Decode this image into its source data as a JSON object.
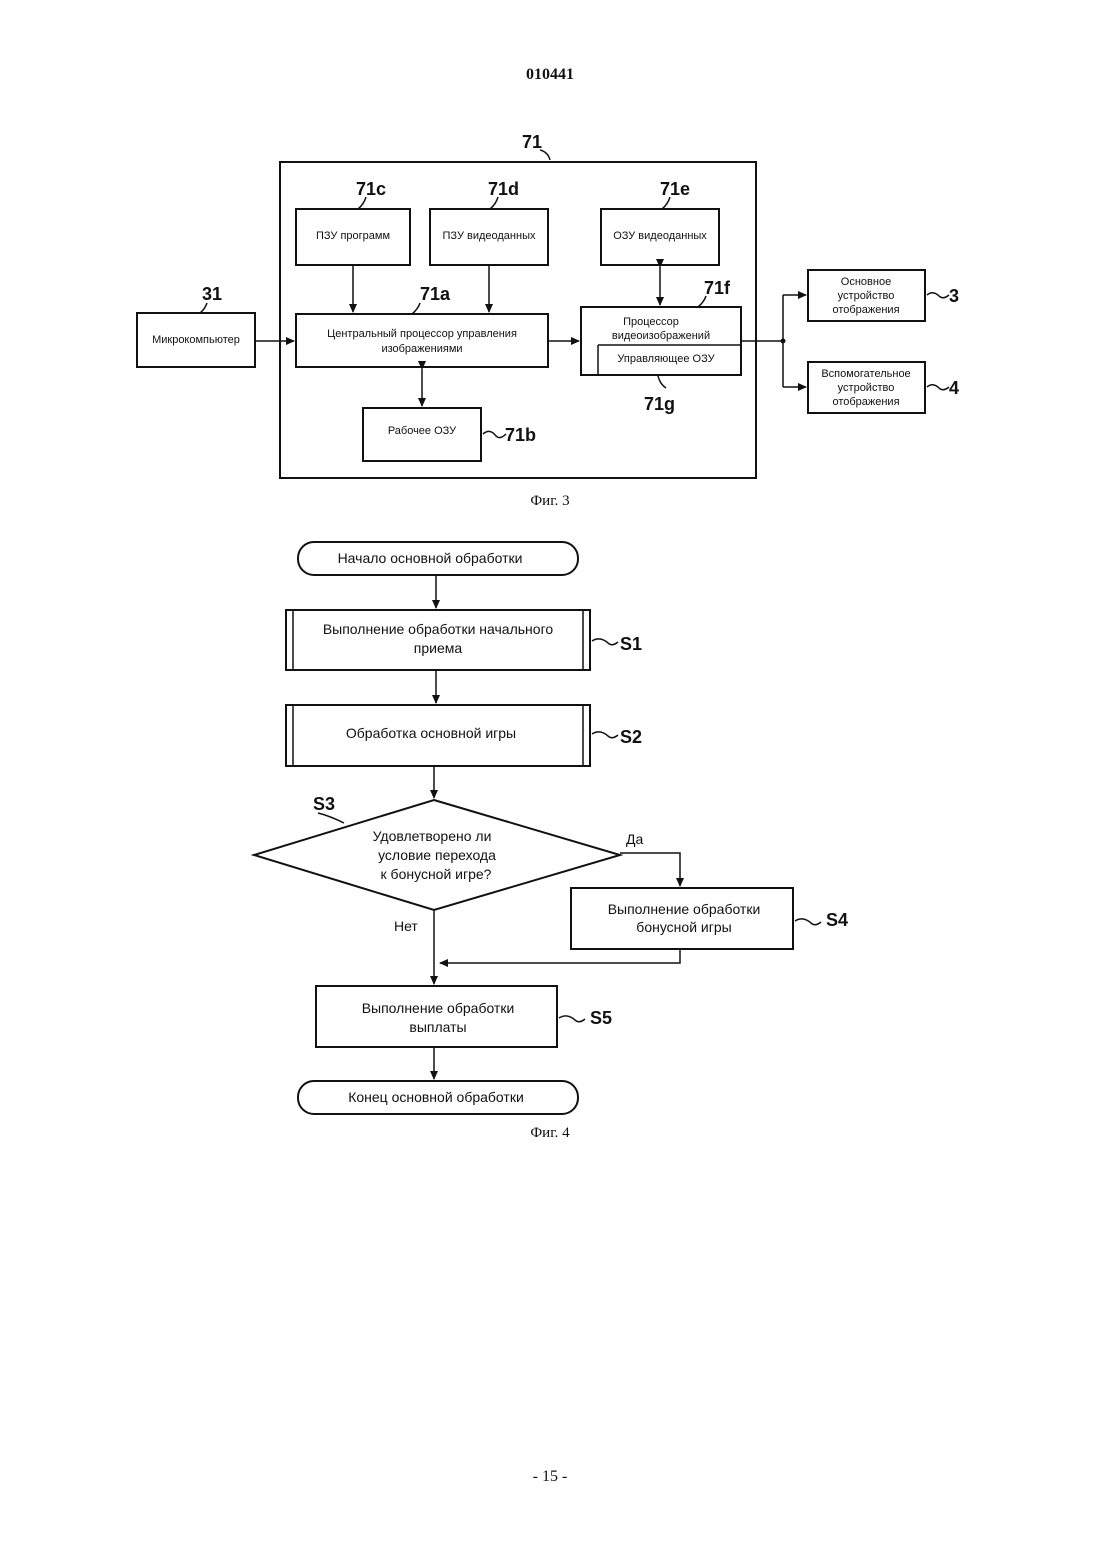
{
  "header": {
    "doc_number": "010441"
  },
  "fig3": {
    "caption": "Фиг. 3",
    "ref_71": "71",
    "ref_31": "31",
    "ref_3": "3",
    "ref_4": "4",
    "microcomputer": "Микрокомпьютер",
    "rom_programs": {
      "ref": "71c",
      "label": "ПЗУ программ"
    },
    "rom_video": {
      "ref": "71d",
      "label": "ПЗУ видеоданных"
    },
    "ram_video": {
      "ref": "71e",
      "label": "ОЗУ видеоданных"
    },
    "cpu": {
      "ref": "71a",
      "line1": "Центральный процессор управления",
      "line2": "изображениями"
    },
    "work_ram": {
      "ref": "71b",
      "label": "Рабочее ОЗУ"
    },
    "video_proc": {
      "ref": "71f",
      "line1": "Процессор",
      "line2": "видеоизображений"
    },
    "control_ram": {
      "ref": "71g",
      "label": "Управляющее ОЗУ"
    },
    "main_display": {
      "line1": "Основное",
      "line2": "устройство",
      "line3": "отображения"
    },
    "aux_display": {
      "line1": "Вспомогательное",
      "line2": "устройство",
      "line3": "отображения"
    }
  },
  "fig4": {
    "caption": "Фиг. 4",
    "start": "Начало основной обработки",
    "s1": {
      "ref": "S1",
      "line1": "Выполнение обработки начального",
      "line2": "приема"
    },
    "s2": {
      "ref": "S2",
      "label": "Обработка основной игры"
    },
    "s3": {
      "ref": "S3",
      "line1": "Удовлетворено ли",
      "line2": "условие перехода",
      "line3": "к бонусной игре?",
      "yes": "Да",
      "no": "Нет"
    },
    "s4": {
      "ref": "S4",
      "line1": "Выполнение обработки",
      "line2": "бонусной игры"
    },
    "s5": {
      "ref": "S5",
      "line1": "Выполнение обработки",
      "line2": "выплаты"
    },
    "end": "Конец основной обработки"
  },
  "footer": {
    "page": "- 15 -"
  }
}
